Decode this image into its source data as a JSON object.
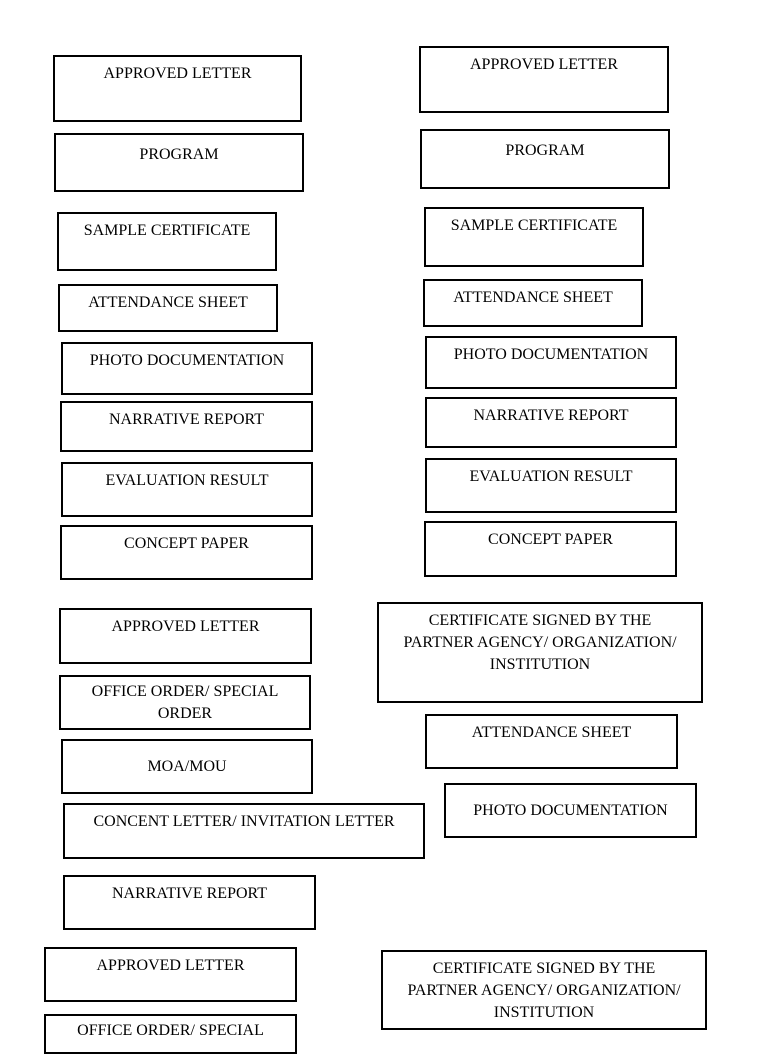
{
  "document": {
    "left_column": [
      "APPROVED LETTER",
      "PROGRAM",
      "SAMPLE CERTIFICATE",
      "ATTENDANCE SHEET",
      "PHOTO DOCUMENTATION",
      "NARRATIVE REPORT",
      "EVALUATION RESULT",
      "CONCEPT PAPER",
      "APPROVED LETTER",
      "OFFICE ORDER/ SPECIAL\nORDER",
      "MOA/MOU",
      "CONCENT LETTER/ INVITATION LETTER",
      "NARRATIVE REPORT",
      "APPROVED LETTER",
      "OFFICE ORDER/ SPECIAL"
    ],
    "right_column": [
      "APPROVED LETTER",
      "PROGRAM",
      "SAMPLE CERTIFICATE",
      "ATTENDANCE SHEET",
      "PHOTO DOCUMENTATION",
      "NARRATIVE REPORT",
      "EVALUATION RESULT",
      "CONCEPT PAPER",
      "CERTIFICATE SIGNED BY THE\nPARTNER AGENCY/ ORGANIZATION/\nINSTITUTION",
      "ATTENDANCE SHEET",
      "PHOTO DOCUMENTATION",
      "CERTIFICATE SIGNED BY THE\nPARTNER AGENCY/ ORGANIZATION/\nINSTITUTION"
    ]
  }
}
